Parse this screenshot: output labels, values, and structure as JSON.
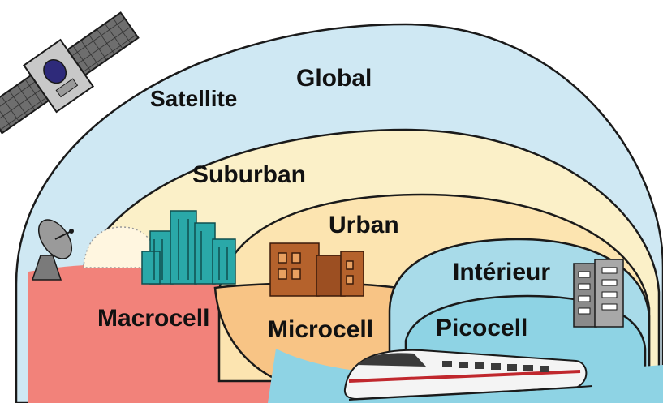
{
  "labels": {
    "global": "Global",
    "satellite": "Satellite",
    "suburban": "Suburban",
    "urban": "Urban",
    "interieur": "Intérieur",
    "macrocell": "Macrocell",
    "microcell": "Microcell",
    "picocell": "Picocell"
  },
  "colors": {
    "global_zone": "#cfe8f3",
    "suburban_zone": "#fbf0c8",
    "urban_zone": "#fce4b0",
    "macrocell_ground": "#f2827a",
    "microcell_ground": "#f8c485",
    "interior_zone": "#a8dbe9",
    "picocell_zone": "#8ed3e4",
    "buildings_teal": "#2aa8a8",
    "buildings_brown": "#b5622c",
    "office_gray": "#8a8a8a"
  },
  "icons": [
    "satellite-icon",
    "dish-antenna-icon",
    "radome-icon",
    "city-buildings-icon",
    "brick-buildings-icon",
    "office-building-icon",
    "train-icon"
  ]
}
